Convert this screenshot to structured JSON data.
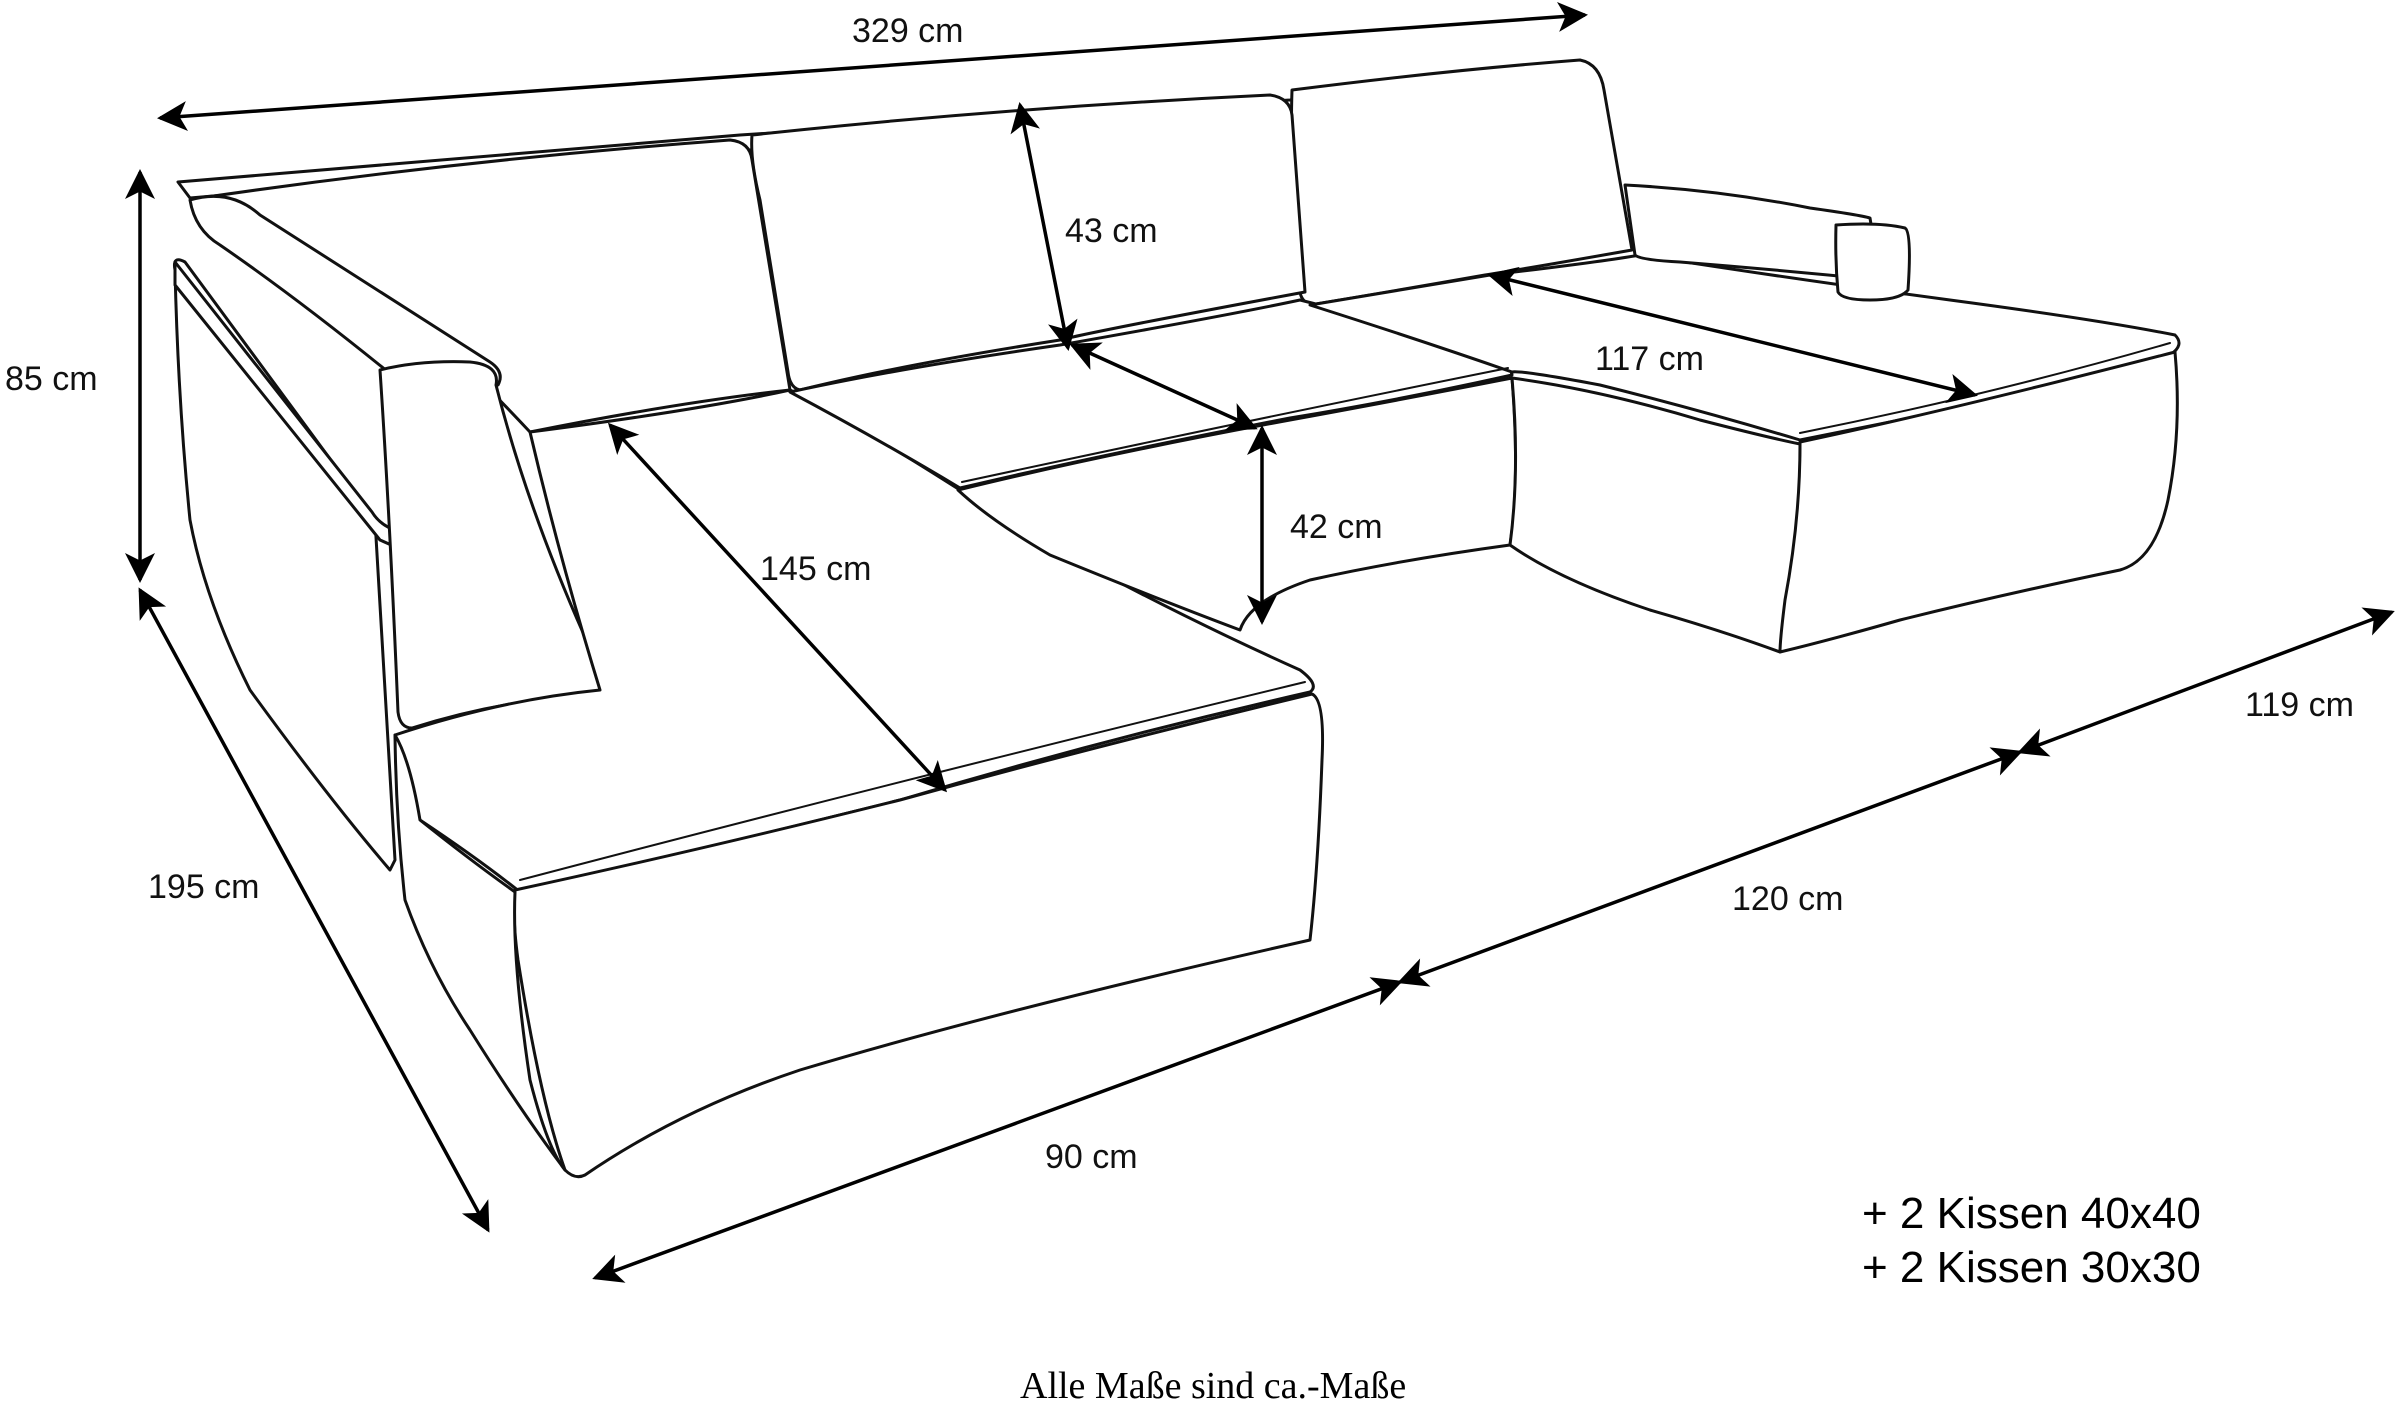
{
  "dimensions": {
    "total_width": "329 cm",
    "total_height": "85 cm",
    "back_cushion_height": "43 cm",
    "seat_height": "42 cm",
    "left_chaise_seat_length": "145 cm",
    "right_chaise_seat_length": "117 cm",
    "left_depth": "195 cm",
    "front_left_segment": "90 cm",
    "front_middle_segment": "120 cm",
    "front_right_segment": "119 cm"
  },
  "pillows": {
    "line1": "+ 2 Kissen 40x40",
    "line2": "+ 2 Kissen 30x30"
  },
  "footnote": "Alle Maße sind ca.-Maße"
}
